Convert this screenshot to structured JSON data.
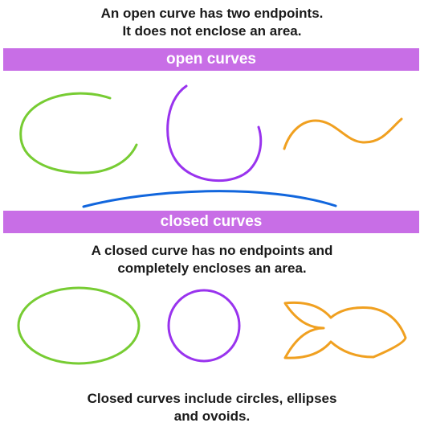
{
  "top_caption": {
    "line1": "An open curve has two endpoints.",
    "line2": "It does not enclose an area."
  },
  "open_banner": {
    "label": "open curves",
    "color": "#c86ee6"
  },
  "closed_banner": {
    "label": "closed curves",
    "color": "#c86ee6"
  },
  "middle_caption": {
    "line1": "A closed curve has no endpoints and",
    "line2": "completely encloses an area."
  },
  "bottom_caption": {
    "line1": "Closed curves include circles, ellipses",
    "line2": "and ovoids."
  },
  "colors": {
    "green": "#77cc33",
    "purple": "#9933ee",
    "orange": "#f0a020",
    "blue": "#1166dd"
  }
}
